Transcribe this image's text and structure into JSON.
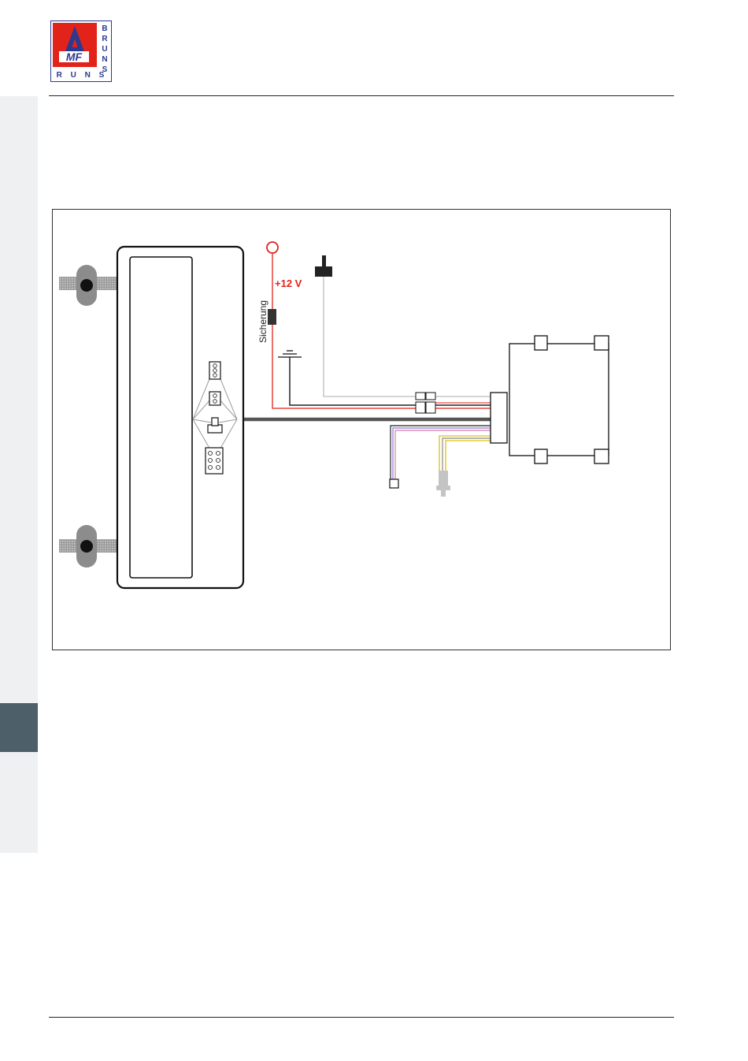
{
  "logo": {
    "letters_main": "AMF",
    "wordmark_bottom": "BRUNS",
    "wordmark_side": "BRUNS",
    "colors": {
      "red": "#e2231a",
      "blue": "#2b3990"
    }
  },
  "side_tab": {
    "color": "#4d6069",
    "strip_color": "#eef0f2"
  },
  "diagram": {
    "power_label": "+12 V",
    "fuse_label": "Sicherung",
    "wire_colors": {
      "power": "#e2231a",
      "ground": "#222222",
      "signal_light": "#c8c8c8",
      "cable_main": "#555555",
      "pink": "#d97aa8",
      "violet": "#8a7ad9",
      "yellow": "#e6cc3a"
    },
    "icons": [
      "power-terminal-icon",
      "ground-symbol-icon",
      "switch-plug-icon",
      "fuse-icon",
      "connector-icon"
    ]
  }
}
